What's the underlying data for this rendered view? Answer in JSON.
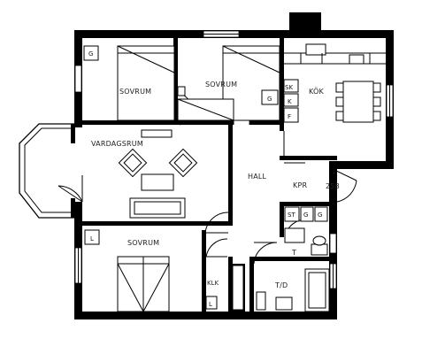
{
  "rooms": {
    "sovrum_1": "SOVRUM",
    "sovrum_2": "SOVRUM",
    "sovrum_3": "SOVRUM",
    "kok": "KÖK",
    "vardagsrum": "VARDAGSRUM",
    "hall": "HALL",
    "kpr": "KPR",
    "klk": "KLK",
    "t": "T",
    "to": "T/D"
  },
  "labels": {
    "area_258": "258",
    "g_closet_1": "G",
    "g_closet_2": "G",
    "l_closet_1": "L",
    "l_closet_2": "L",
    "sk": "SK",
    "k": "K",
    "f": "F",
    "st": "ST",
    "g_a": "G",
    "g_b": "G"
  }
}
